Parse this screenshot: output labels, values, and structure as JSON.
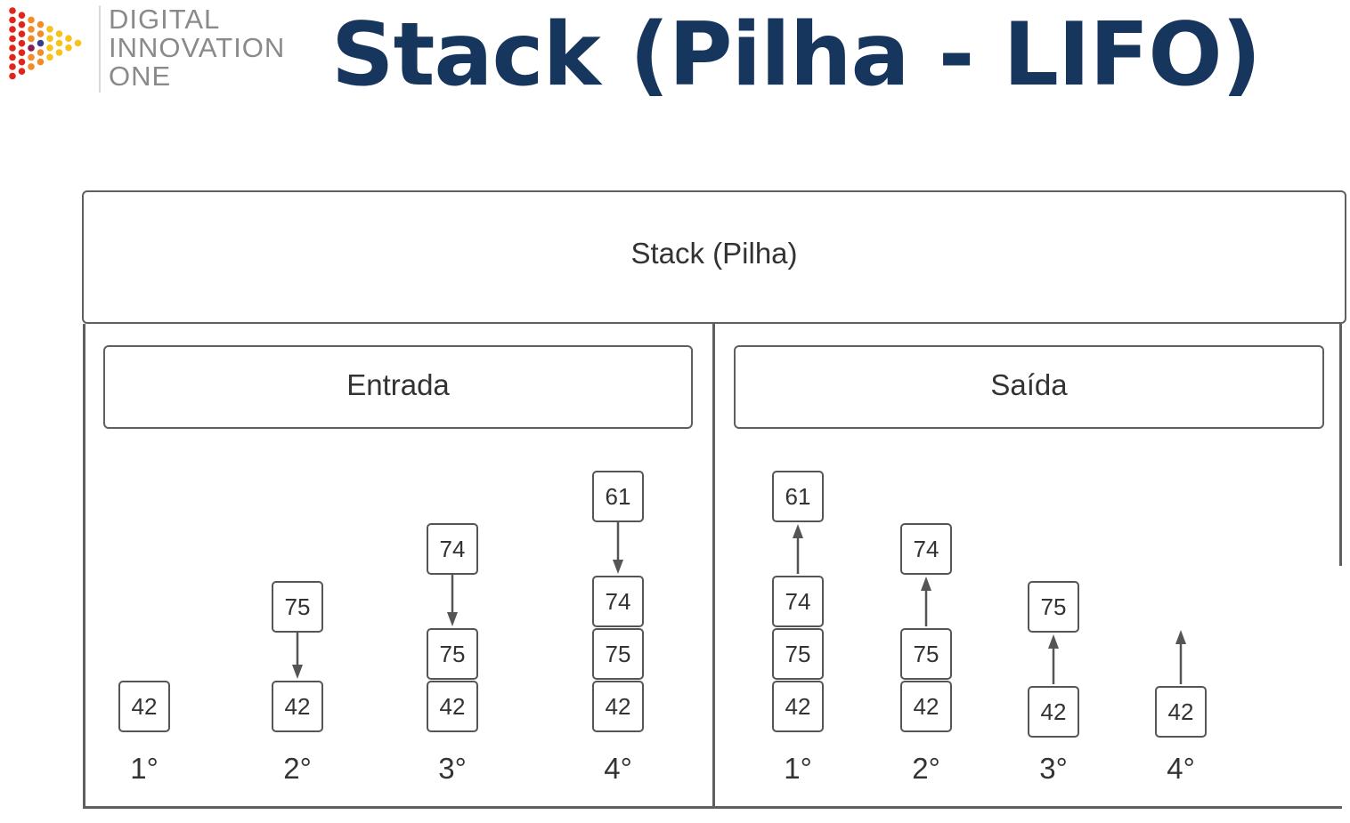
{
  "logo": {
    "lines": [
      "DIGITAL",
      "INNOVATION",
      "ONE"
    ],
    "colors": [
      "#e0251b",
      "#f28c28",
      "#f8c21c",
      "#8e1b4f",
      "#3a3a8c"
    ]
  },
  "title": "Stack (Pilha - LIFO)",
  "diagram": {
    "header": "Stack (Pilha)",
    "entrada": {
      "label": "Entrada",
      "steps": [
        {
          "label": "1°",
          "stack": [
            "42"
          ],
          "incoming": null
        },
        {
          "label": "2°",
          "stack": [
            "42"
          ],
          "incoming": "75"
        },
        {
          "label": "3°",
          "stack": [
            "42",
            "75"
          ],
          "incoming": "74"
        },
        {
          "label": "4°",
          "stack": [
            "42",
            "75",
            "74"
          ],
          "incoming": "61"
        }
      ]
    },
    "saida": {
      "label": "Saída",
      "steps": [
        {
          "label": "1°",
          "stack": [
            "42",
            "75",
            "74"
          ],
          "outgoing": "61"
        },
        {
          "label": "2°",
          "stack": [
            "42",
            "75"
          ],
          "outgoing": "74"
        },
        {
          "label": "3°",
          "stack": [
            "42"
          ],
          "outgoing": "75"
        },
        {
          "label": "4°",
          "stack": [],
          "outgoing": "42"
        }
      ]
    }
  }
}
